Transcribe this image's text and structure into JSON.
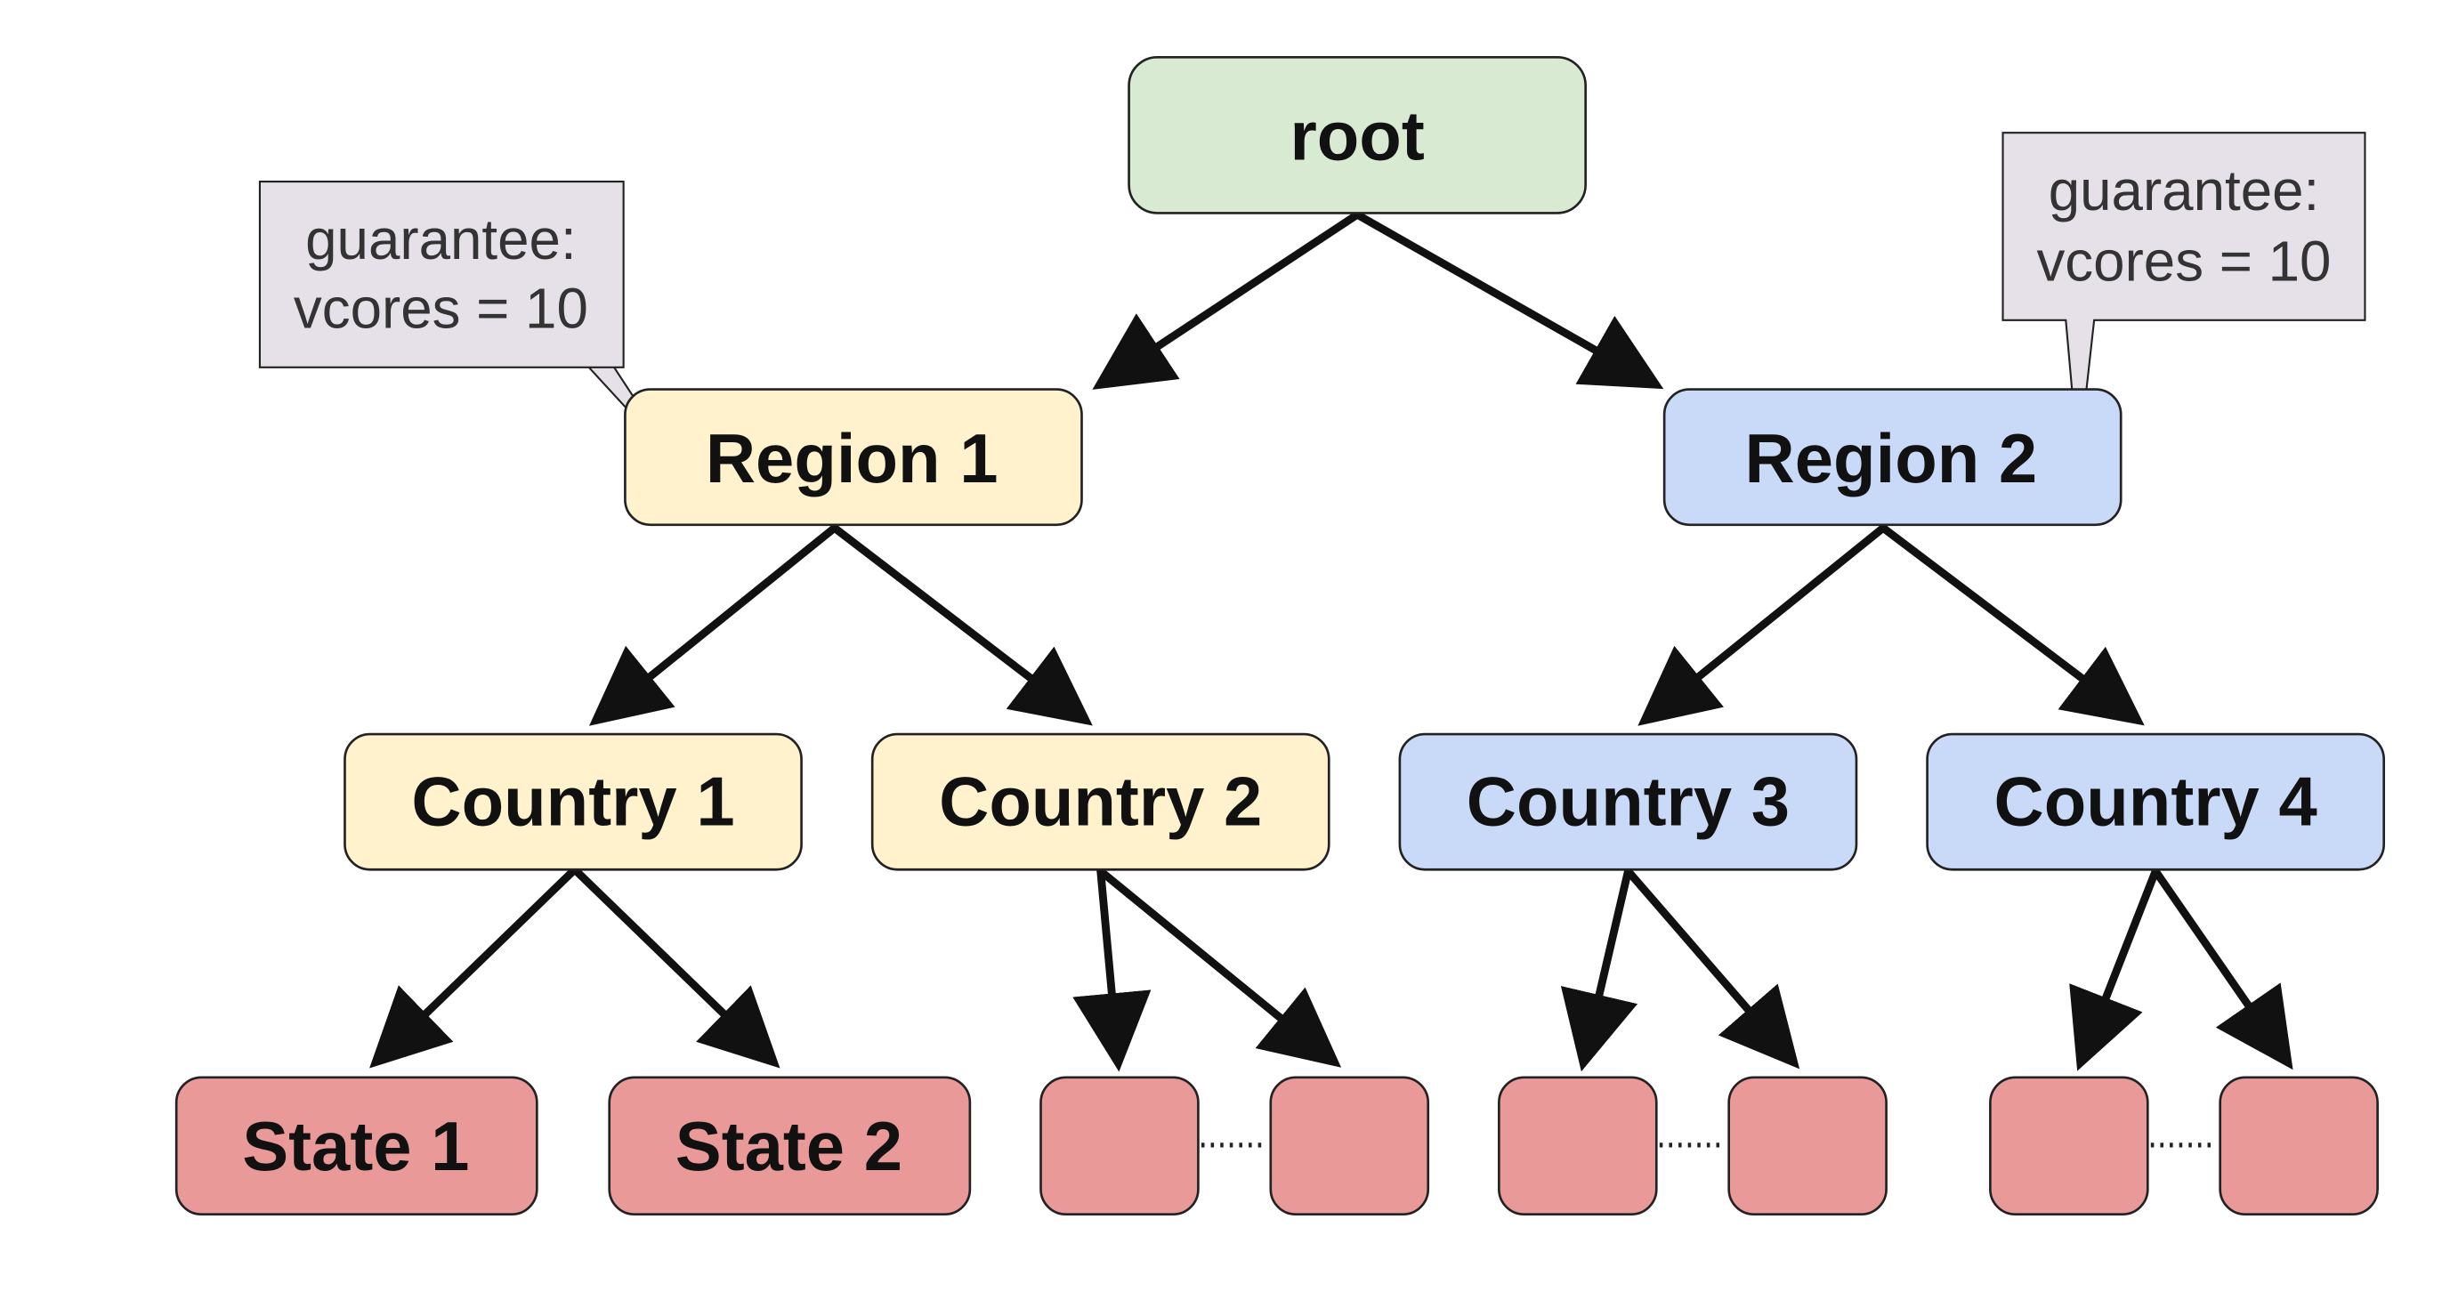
{
  "colors": {
    "root": "#d9ead3",
    "region1": "#fff2cc",
    "region2": "#c9daf8",
    "leaf": "#ea9999",
    "note": "#e6e1e8",
    "edge": "#111111",
    "border": "#222222"
  },
  "nodes": {
    "root": "root",
    "region_1": "Region 1",
    "region_2": "Region 2",
    "country_1": "Country 1",
    "country_2": "Country 2",
    "country_3": "Country 3",
    "country_4": "Country 4",
    "state_1": "State 1",
    "state_2": "State 2"
  },
  "notes": {
    "region_1": {
      "line1": "guarantee:",
      "line2": "vcores = 10"
    },
    "region_2": {
      "line1": "guarantee:",
      "line2": "vcores = 10"
    }
  }
}
